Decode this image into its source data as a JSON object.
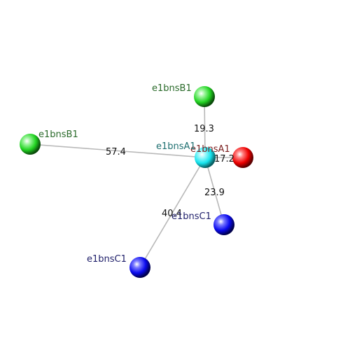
{
  "atoms": [
    {
      "id": "center",
      "label": "e1bnsA1",
      "color": "#17e4ee",
      "label_color": "#1e6f70"
    },
    {
      "id": "red",
      "label": "e1bnsA1",
      "color": "#ff1a1a",
      "label_color": "#7a1e1e"
    },
    {
      "id": "green_top",
      "label": "e1bnsB1",
      "color": "#2ee62e",
      "label_color": "#2a6a2a"
    },
    {
      "id": "green_left",
      "label": "e1bnsB1",
      "color": "#2ee62e",
      "label_color": "#2a6a2a"
    },
    {
      "id": "blue_right",
      "label": "e1bnsC1",
      "color": "#1a1aff",
      "label_color": "#1f1f6a"
    },
    {
      "id": "blue_bottom",
      "label": "e1bnsC1",
      "color": "#1a1aff",
      "label_color": "#1f1f6a"
    }
  ],
  "distances": [
    {
      "from": "center",
      "to": "green_top",
      "value": "19.3"
    },
    {
      "from": "center",
      "to": "green_left",
      "value": "57.4"
    },
    {
      "from": "center",
      "to": "red",
      "value": "17.2"
    },
    {
      "from": "center",
      "to": "blue_right",
      "value": "23.9"
    },
    {
      "from": "center",
      "to": "blue_bottom",
      "value": "40.4"
    }
  ]
}
